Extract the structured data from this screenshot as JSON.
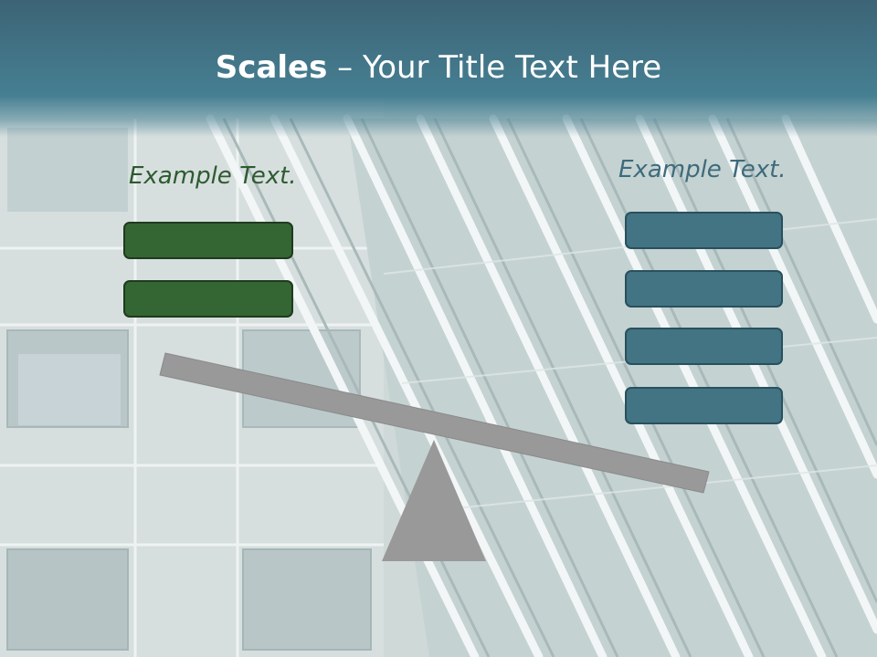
{
  "title": {
    "bold": "Scales",
    "rest": " – Your Title Text Here"
  },
  "left": {
    "heading": "Example Text.",
    "box_count": 2
  },
  "right": {
    "heading": "Example Text.",
    "box_count": 4
  },
  "colors": {
    "title_bar": "#467f92",
    "green_box": "#336633",
    "teal_box": "#427483",
    "beam": "#999999",
    "fulcrum": "#999999",
    "left_heading": "#2e5a30",
    "right_heading": "#3d6b7c"
  }
}
